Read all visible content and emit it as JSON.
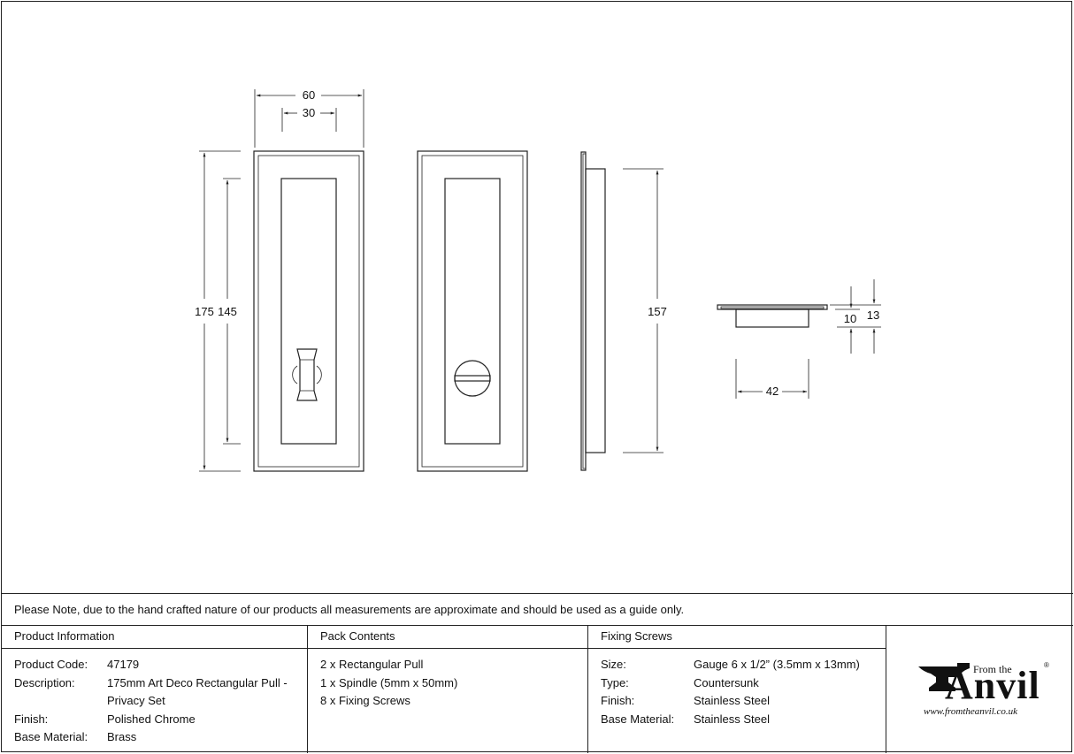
{
  "drawing": {
    "dimensions": {
      "width_outer": "60",
      "width_inner": "30",
      "height_outer": "175",
      "height_inner": "145",
      "side_height": "157",
      "depth_42": "42",
      "depth_10": "10",
      "depth_13": "13"
    }
  },
  "note": "Please Note, due to the hand crafted nature of our products all measurements are approximate and should be used as a guide only.",
  "product_info": {
    "heading": "Product Information",
    "rows": [
      {
        "key": "Product Code:",
        "value": "47179"
      },
      {
        "key": "Description:",
        "value": "175mm Art Deco Rectangular Pull -\nPrivacy Set"
      },
      {
        "key": "Finish:",
        "value": "Polished Chrome"
      },
      {
        "key": "Base Material:",
        "value": "Brass"
      }
    ]
  },
  "pack_contents": {
    "heading": "Pack Contents",
    "items": [
      "2 x Rectangular Pull",
      "1 x Spindle (5mm x 50mm)",
      "8 x Fixing Screws"
    ]
  },
  "fixing_screws": {
    "heading": "Fixing Screws",
    "rows": [
      {
        "key": "Size:",
        "value": "Gauge 6 x 1/2” (3.5mm x 13mm)"
      },
      {
        "key": "Type:",
        "value": "Countersunk"
      },
      {
        "key": "Finish:",
        "value": "Stainless Steel"
      },
      {
        "key": "Base Material:",
        "value": "Stainless Steel"
      }
    ]
  },
  "logo": {
    "from": "From the",
    "word": "Anvil",
    "reg": "®",
    "url": "www.fromtheanvil.co.uk"
  }
}
